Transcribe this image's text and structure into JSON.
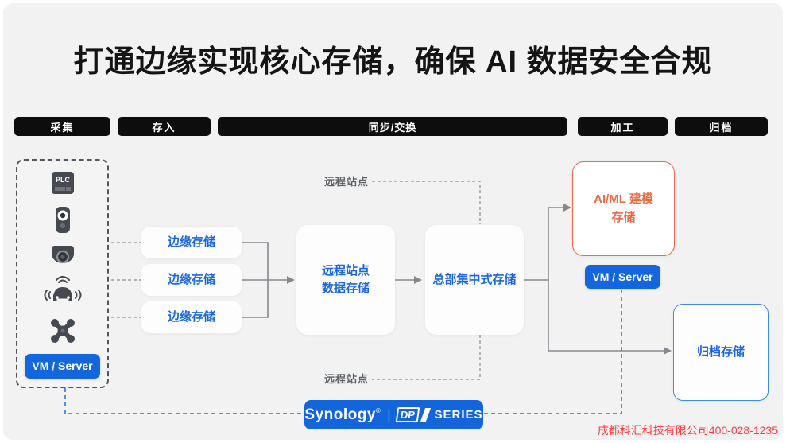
{
  "title": "打通边缘实现核心存储，确保 AI 数据安全合规",
  "stages": [
    {
      "label": "采集"
    },
    {
      "label": "存入"
    },
    {
      "label": "同步/交换"
    },
    {
      "label": "加工"
    },
    {
      "label": "归档"
    }
  ],
  "devices": {
    "icons": [
      {
        "name": "plc-icon",
        "label": "PLC"
      },
      {
        "name": "bullet-camera-icon"
      },
      {
        "name": "dome-camera-icon"
      },
      {
        "name": "connected-car-icon"
      },
      {
        "name": "drone-icon"
      }
    ],
    "vm_server_label": "VM / Server"
  },
  "edge_storage_boxes": [
    {
      "label": "边缘存储"
    },
    {
      "label": "边缘存储"
    },
    {
      "label": "边缘存储"
    }
  ],
  "remote_site_storage": {
    "line1": "远程站点",
    "line2": "数据存储"
  },
  "hq_storage": {
    "label": "总部集中式存储"
  },
  "remote_site_labels": {
    "top": "远程站点",
    "bottom": "远程站点"
  },
  "aiml_storage": {
    "line1": "AI/ML 建模",
    "line2": "存储"
  },
  "vm_server_right_label": "VM / Server",
  "archive_storage": {
    "label": "归档存储"
  },
  "brand_bar": {
    "logo": "Synology",
    "reg": "®",
    "divider": "|",
    "dp": "DP",
    "series": "SERIES"
  },
  "watermark": "成都科汇科技有限公司400-028-1235",
  "colors": {
    "background": "#F2F2F2",
    "stage_black": "#0D0D0D",
    "accent_blue": "#1466DC",
    "box_text_blue": "#1B67DD",
    "aiml_orange": "#ED6A45",
    "archive_border_blue": "#3F8CE8",
    "brand_bar_blue": "#1265DB",
    "connector_gray": "#85898E",
    "dashed_blue": "#2E74E0",
    "watermark_red": "#FF3B3B"
  }
}
